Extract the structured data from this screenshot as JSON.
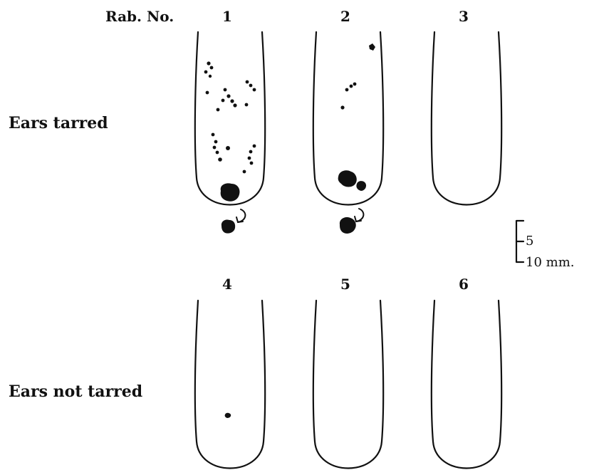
{
  "header": {
    "rabbit_label": "Rab. No."
  },
  "rows": [
    {
      "label": "Ears tarred"
    },
    {
      "label": "Ears not tarred"
    }
  ],
  "rabbits": [
    {
      "number": "1"
    },
    {
      "number": "2"
    },
    {
      "number": "3"
    },
    {
      "number": "4"
    },
    {
      "number": "5"
    },
    {
      "number": "6"
    }
  ],
  "scale_bar": {
    "label_5": "5",
    "label_10": "10 mm."
  },
  "colors": {
    "ink": "#111111",
    "paper": "#ffffff"
  }
}
